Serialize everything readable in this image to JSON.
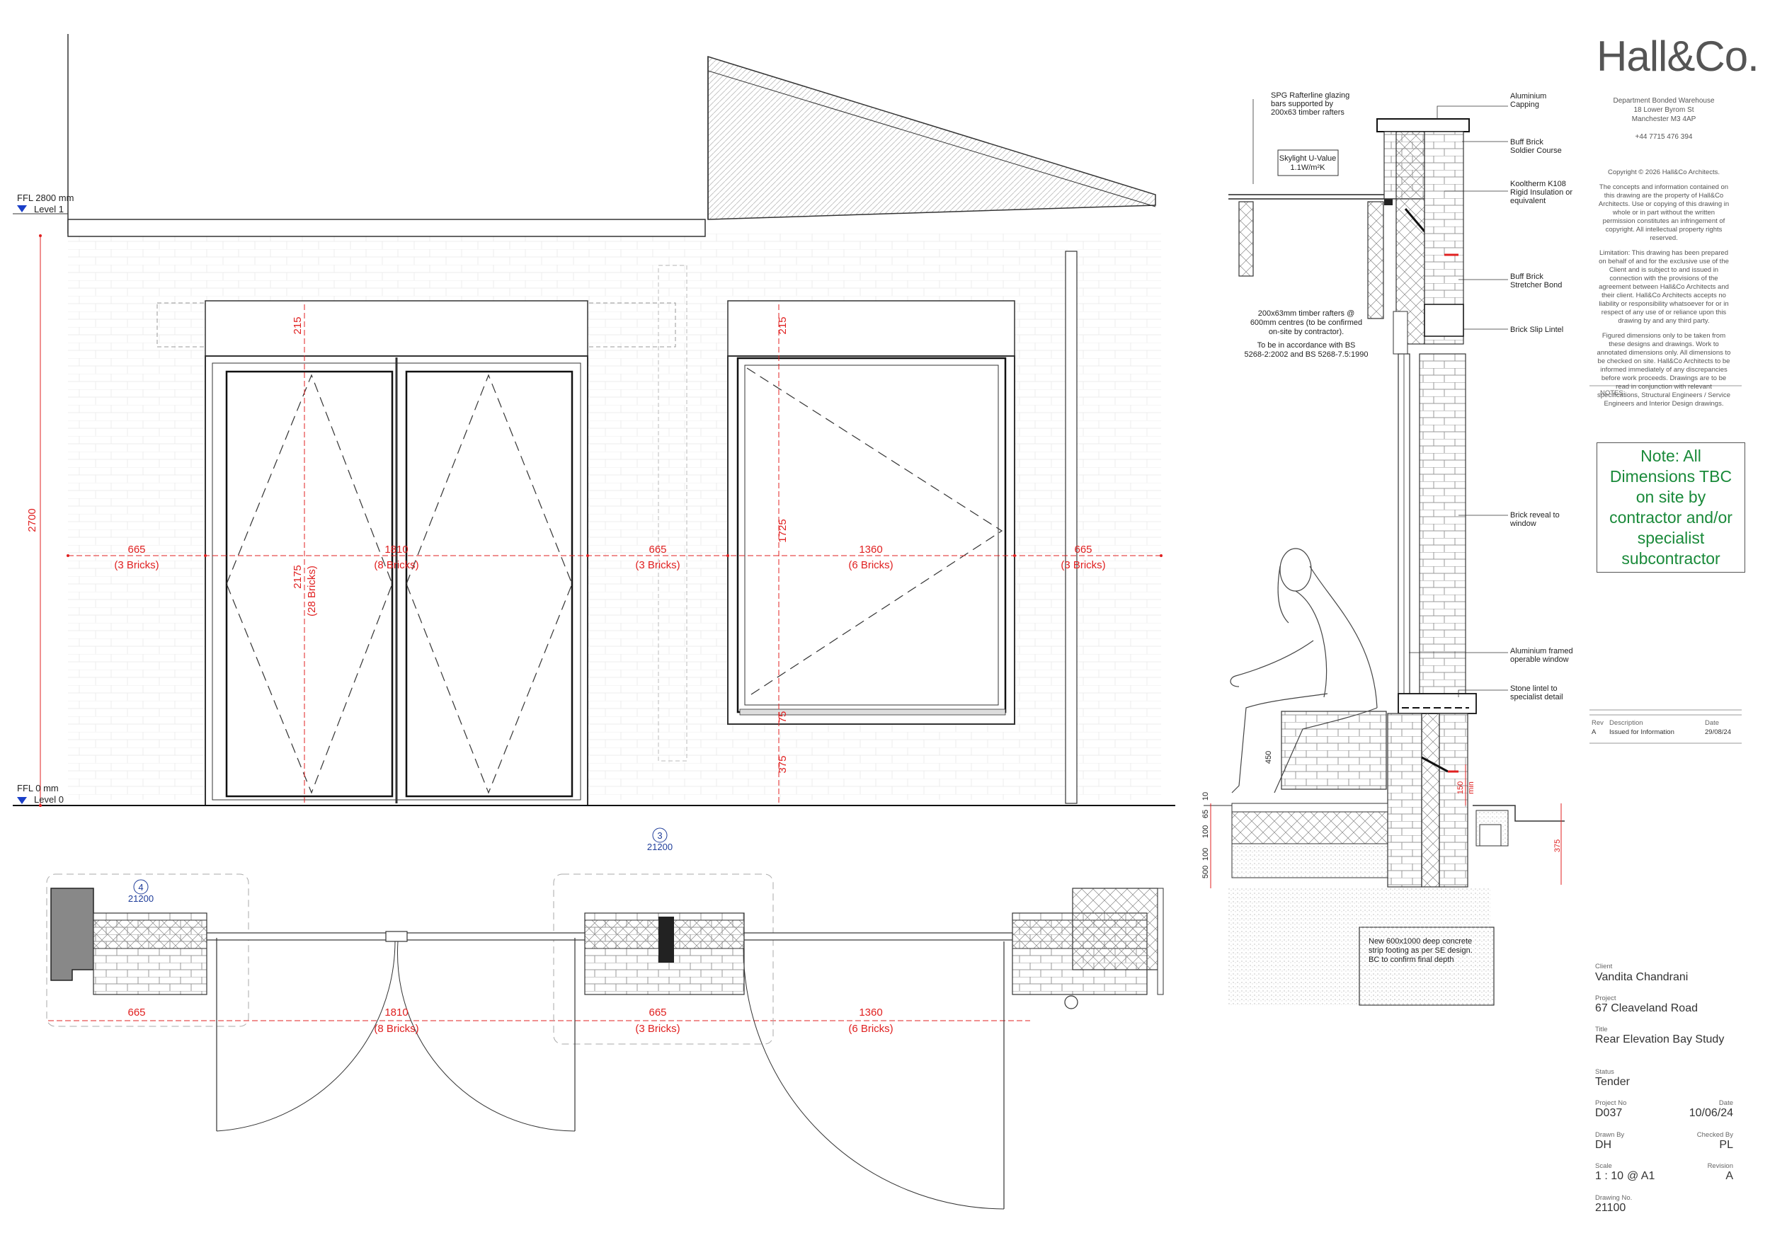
{
  "brand": {
    "logo": "Hall&Co."
  },
  "office": {
    "address_1": "Department Bonded Warehouse",
    "address_2": "18 Lower Byrom St",
    "address_3": "Manchester M3 4AP",
    "phone": "+44 7715 476 394",
    "copyright": "Copyright © 2026 Hall&Co Architects.",
    "legal_1": "The concepts and information contained on this drawing are the property of Hall&Co Architects. Use or copying of this drawing in whole or in part without the written permission constitutes an infringement of copyright. All intellectual property rights reserved.",
    "legal_2": "Limitation: This drawing has been prepared on behalf of and for the exclusive use of the Client and is subject to and issued in connection with the provisions of the agreement between Hall&Co Architects and their client. Hall&Co Architects accepts no liability or responsibility whatsoever for or in respect of any use of or reliance upon this drawing by and any third party.",
    "legal_3": "Figured dimensions only to be taken from these designs and drawings. Work to annotated dimensions only. All dimensions to be checked on site. Hall&Co Architects to be informed immediately of any discrepancies before work proceeds. Drawings are to be read in conjunction with relevant specifications, Structural Engineers / Service Engineers and Interior Design drawings."
  },
  "notes_label": "NOTES:",
  "note_box": "Note: All Dimensions TBC on site by contractor and/or specialist subcontractor",
  "revisions": {
    "header": {
      "rev": "Rev",
      "description": "Description",
      "date": "Date"
    },
    "rows": [
      {
        "rev": "A",
        "description": "Issued for Information",
        "date": "29/08/24"
      }
    ]
  },
  "title_block": {
    "client_label": "Client",
    "client": "Vandita Chandrani",
    "project_label": "Project",
    "project": "67 Cleaveland Road",
    "title_label": "Title",
    "title": "Rear Elevation Bay Study",
    "status_label": "Status",
    "status": "Tender",
    "project_no_label": "Project No",
    "project_no": "D037",
    "date_label": "Date",
    "date": "10/06/24",
    "drawn_by_label": "Drawn By",
    "drawn_by": "DH",
    "checked_by_label": "Checked By",
    "checked_by": "PL",
    "scale_label": "Scale",
    "scale": "1 : 10",
    "sheet": "@ A1",
    "revision_label": "Revision",
    "revision": "A",
    "drawing_no_label": "Drawing No.",
    "drawing_no": "21100"
  },
  "levels": {
    "ffl_upper": "FFL 2800 mm",
    "level_1": "Level 1",
    "ffl_lower": "FFL 0 mm",
    "level_0": "Level 0"
  },
  "elevation_dims": {
    "height_overall": "2700",
    "door_head": "215",
    "window_head": "215",
    "door_height": "2175",
    "door_height_bricks": "(28 Bricks)",
    "window_height": "1725",
    "window_sill": "75",
    "window_base": "375",
    "pier_1": "665",
    "pier_1_bricks": "(3 Bricks)",
    "door_width": "1810",
    "door_width_bricks": "(8 Bricks)",
    "pier_2": "665",
    "pier_2_bricks": "(3 Bricks)",
    "window_width": "1360",
    "window_width_bricks": "(6 Bricks)",
    "pier_3": "665",
    "pier_3_bricks": "(3 Bricks)"
  },
  "plan_dims": {
    "pier_1": "665",
    "door_width": "1810",
    "door_width_bricks": "(8 Bricks)",
    "pier_2": "665",
    "pier_2_bricks": "(3 Bricks)",
    "window_width": "1360",
    "window_width_bricks": "(6 Bricks)"
  },
  "callouts": {
    "tag_3_num": "3",
    "tag_3_ref": "21200",
    "tag_4_num": "4",
    "tag_4_ref": "21200"
  },
  "section": {
    "glazing_1": "SPG Rafterline glazing",
    "glazing_2": "bars supported by",
    "glazing_3": "200x63 timber rafters",
    "skylight_1": "Skylight U-Value",
    "skylight_2": "1.1W/m²K",
    "rafters_1": "200x63mm timber rafters @",
    "rafters_2": "600mm centres (to be confirmed",
    "rafters_3": "on-site by contractor).",
    "bs_1": "To be in accordance with BS",
    "bs_2": "5268-2:2002 and BS 5268-7.5:1990",
    "footing_1": "New 600x1000 deep concrete",
    "footing_2": "strip footing as per SE design.",
    "footing_3": "BC to confirm final depth",
    "cap_1": "Aluminium",
    "cap_2": "Capping",
    "soldier_1": "Buff Brick",
    "soldier_2": "Soldier Course",
    "kool_1": "Kooltherm K108",
    "kool_2": "Rigid Insulation or",
    "kool_3": "equivalent",
    "stretcher_1": "Buff Brick",
    "stretcher_2": "Stretcher Bond",
    "lintel": "Brick Slip Lintel",
    "reveal_1": "Brick reveal to",
    "reveal_2": "window",
    "alu_1": "Aluminium framed",
    "alu_2": "operable window",
    "stone_1": "Stone lintel to",
    "stone_2": "specialist detail",
    "dim_450": "450",
    "dim_150": "150",
    "dim_min": "min",
    "dim_375": "375",
    "dim_65": "65",
    "dim_10": "10",
    "dim_100a": "100",
    "dim_100b": "100",
    "dim_500": "500"
  }
}
